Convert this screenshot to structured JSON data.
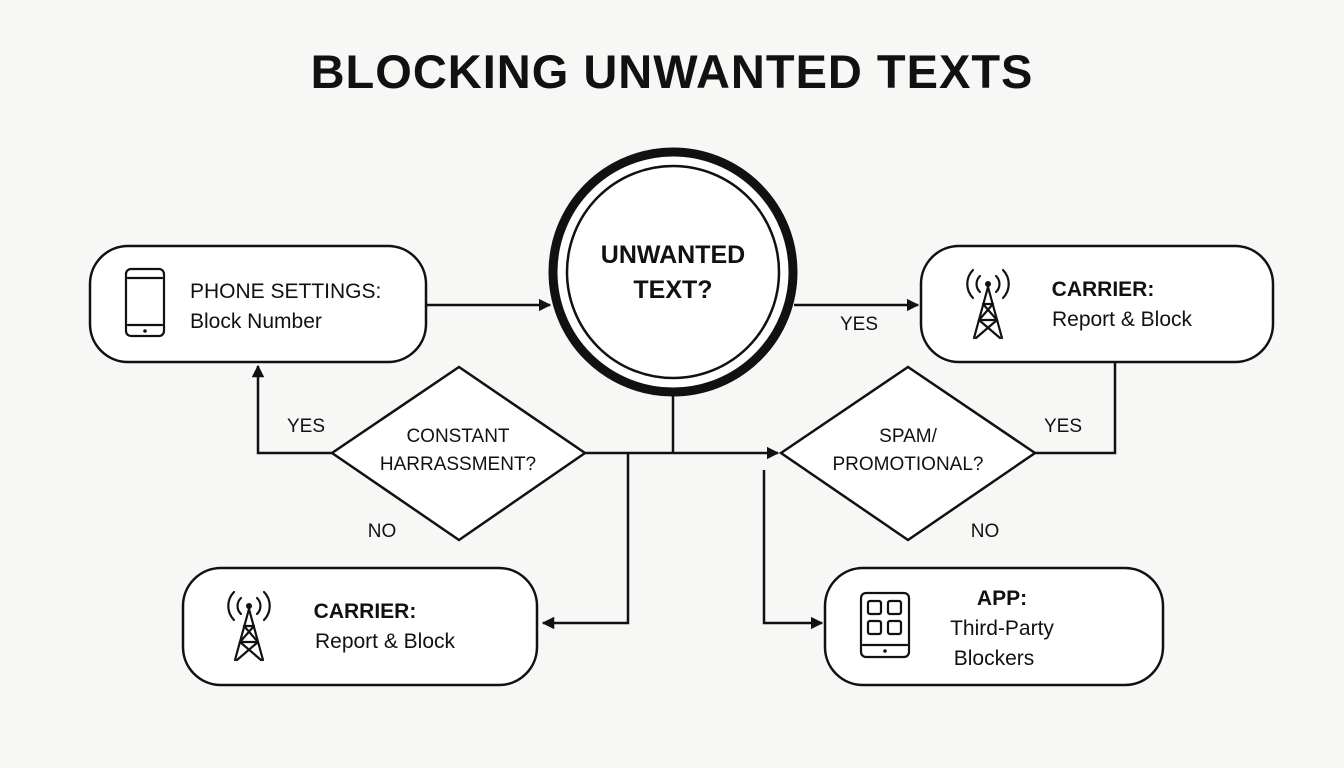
{
  "title": "BLOCKING UNWANTED TEXTS",
  "start": {
    "line1": "UNWANTED",
    "line2": "TEXT?"
  },
  "phone_settings": {
    "line1": "PHONE SETTINGS:",
    "line2": "Block Number",
    "icon": "smartphone-icon"
  },
  "carrier_top": {
    "line1": "CARRIER:",
    "line2": "Report & Block",
    "icon": "cell-tower-icon"
  },
  "carrier_bottom": {
    "line1": "CARRIER:",
    "line2": "Report & Block",
    "icon": "cell-tower-icon"
  },
  "app": {
    "line1": "APP:",
    "line2": "Third-Party",
    "line3": "Blockers",
    "icon": "tablet-apps-icon"
  },
  "decision_harassment": {
    "line1": "CONSTANT",
    "line2": "HARRASSMENT?"
  },
  "decision_spam": {
    "line1": "SPAM/",
    "line2": "PROMOTIONAL?"
  },
  "labels": {
    "yes_start_carrier": "YES",
    "yes_harassment": "YES",
    "no_harassment": "NO",
    "yes_spam": "YES",
    "no_spam": "NO"
  }
}
